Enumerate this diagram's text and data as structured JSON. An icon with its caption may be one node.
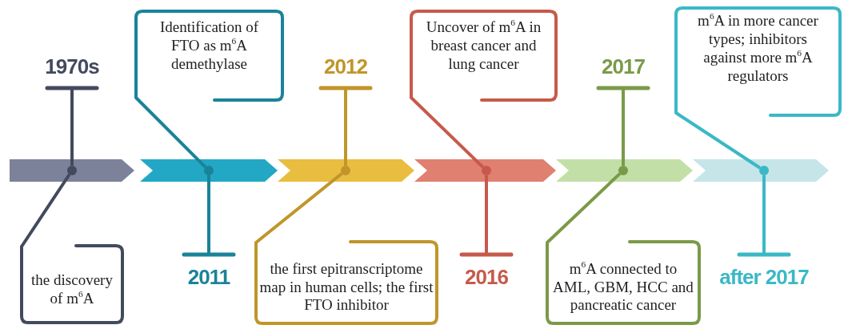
{
  "diagram": {
    "nodes": [
      {
        "text": [
          "1970s"
        ]
      },
      {
        "text": [],
        "shape": "circle"
      },
      {
        "text": [
          "the discovery of m$^{6}$A"
        ]
      },
      {
        "text": [
          "Identification of FTO as m$^{6}$A demethylase"
        ]
      },
      {
        "text": [],
        "shape": "circle"
      },
      {
        "text": [
          "2011"
        ]
      },
      {
        "text": [
          "2012"
        ]
      },
      {
        "text": [],
        "shape": "circle"
      },
      {
        "text": [
          "the first epitranscriptome map in human cells; the first FTO inhibitor"
        ]
      },
      {
        "text": [
          "Uncover of m$^{6}$A in breast cancer and lung cancer"
        ]
      },
      {
        "text": [],
        "shape": "circle"
      },
      {
        "text": [
          "2016"
        ]
      },
      {
        "text": [
          "2017"
        ]
      },
      {
        "text": [],
        "shape": "circle"
      },
      {
        "text": [
          "m$^{6}$A connected to AML, GBM, HCC and pancreatic cancer"
        ]
      },
      {
        "text": [
          "m$^{6}$A in more cancer types; inhibitors against more m$^{6}$A regulators"
        ]
      },
      {
        "text": [],
        "shape": "circle"
      },
      {
        "text": [
          "after 2017"
        ]
      }
    ],
    "edges": [
      {
        "from": 0,
        "to": 1,
        "arrow": "other",
        "color": "#434a5e"
      },
      {
        "from": 1,
        "to": 2,
        "arrow": "none",
        "color": "#434a5e"
      },
      {
        "from": 5,
        "to": 4,
        "arrow": "other",
        "color": "#1a8399"
      },
      {
        "from": 4,
        "to": 3,
        "arrow": "none",
        "color": "#1a8399"
      },
      {
        "from": 6,
        "to": 7,
        "arrow": "other",
        "color": "#c0962a"
      },
      {
        "from": 7,
        "to": 8,
        "arrow": "none",
        "color": "#c0962a"
      },
      {
        "from": 11,
        "to": 10,
        "arrow": "other",
        "color": "#c65a4a"
      },
      {
        "from": 10,
        "to": 9,
        "arrow": "none",
        "color": "#c65a4a"
      },
      {
        "from": 12,
        "to": 13,
        "arrow": "other",
        "color": "#7a9a48"
      },
      {
        "from": 13,
        "to": 14,
        "arrow": "none",
        "color": "#7a9a48"
      },
      {
        "from": 17,
        "to": 16,
        "arrow": "other",
        "color": "#3bb8c6"
      },
      {
        "from": 16,
        "to": 15,
        "arrow": "none",
        "color": "#3bb8c6"
      }
    ]
  }
}
